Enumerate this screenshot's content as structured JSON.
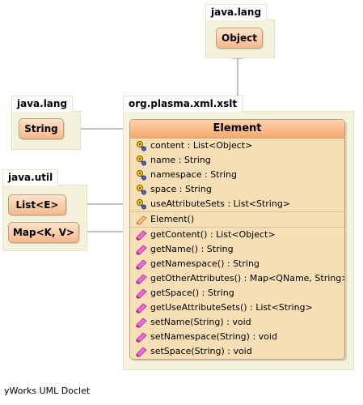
{
  "packages": {
    "object_pkg": {
      "name": "java.lang",
      "classes": [
        "Object"
      ]
    },
    "string_pkg": {
      "name": "java.lang",
      "classes": [
        "String"
      ]
    },
    "util_pkg": {
      "name": "java.util",
      "classes": [
        "List<E>",
        "Map<K, V>"
      ]
    },
    "xslt_pkg": {
      "name": "org.plasma.xml.xslt"
    }
  },
  "element": {
    "name": "Element",
    "fields": [
      "content : List<Object>",
      "name : String",
      "namespace : String",
      "space : String",
      "useAttributeSets : List<String>"
    ],
    "constructors": [
      "Element()"
    ],
    "methods": [
      "getContent() : List<Object>",
      "getName() : String",
      "getNamespace() : String",
      "getOtherAttributes() : Map<QName, String>",
      "getSpace() : String",
      "getUseAttributeSets() : List<String>",
      "setName(String) : void",
      "setNamespace(String) : void",
      "setSpace(String) : void"
    ]
  },
  "footer": "yWorks UML Doclet",
  "icons": {
    "field": "field-key-icon",
    "constructor": "constructor-icon",
    "method": "method-icon"
  },
  "colors": {
    "package_bg": "#f4f1dc",
    "class_fill": "#f7b98c",
    "element_body": "#f6dfb5"
  }
}
